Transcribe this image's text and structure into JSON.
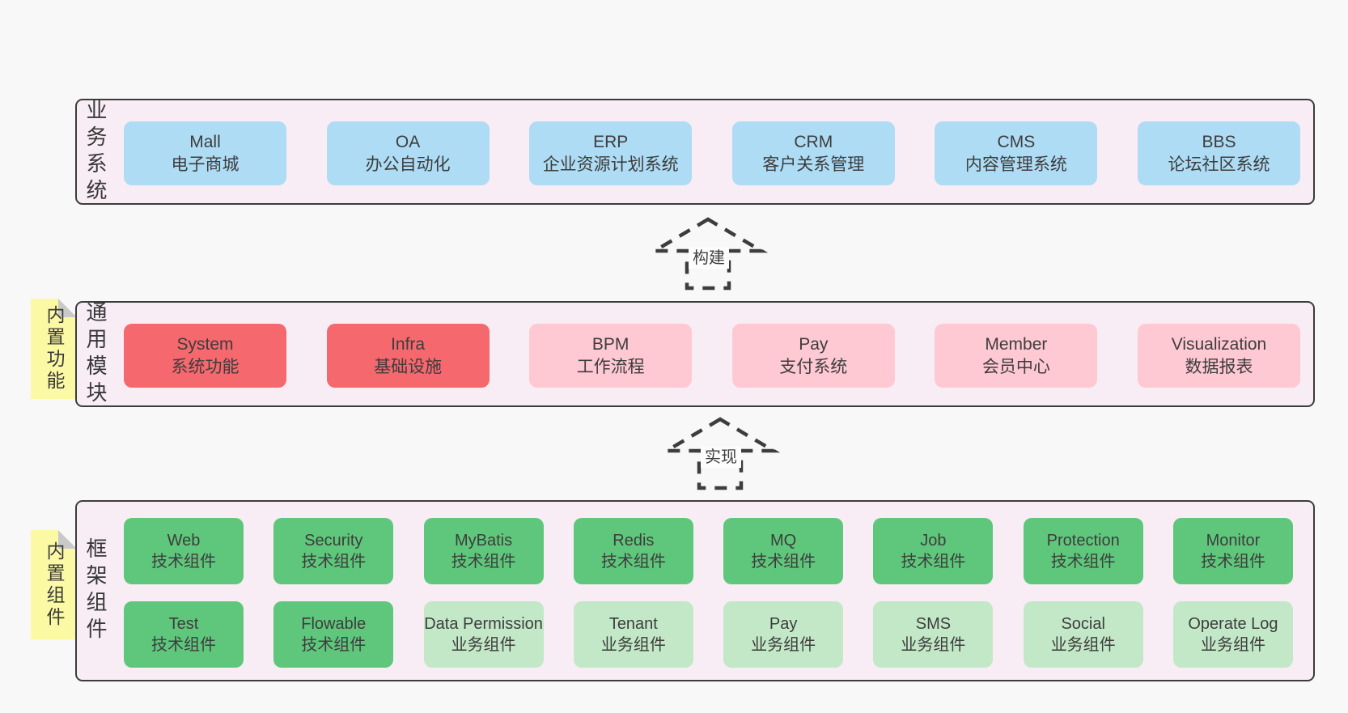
{
  "colors": {
    "page-bg": "#f8f8f8",
    "band-bg": "#f8edf5",
    "band-border": "#3c3c3c",
    "box-blue": "#aedcf4",
    "box-red": "#f5686e",
    "box-pink": "#ffc9d3",
    "box-green-dark": "#5fc77c",
    "box-green-light": "#c3e8c7",
    "sticky-yellow": "#fbf9a3",
    "sticky-fold": "#c9c9c9",
    "text": "#3d3d3d"
  },
  "bands": [
    {
      "label": "业务系统",
      "boxes": [
        {
          "name": "Mall",
          "desc": "电子商城"
        },
        {
          "name": "OA",
          "desc": "办公自动化"
        },
        {
          "name": "ERP",
          "desc": "企业资源计划系统"
        },
        {
          "name": "CRM",
          "desc": "客户关系管理"
        },
        {
          "name": "CMS",
          "desc": "内容管理系统"
        },
        {
          "name": "BBS",
          "desc": "论坛社区系统"
        }
      ]
    },
    {
      "label": "通用模块",
      "sticky": "内置功能",
      "boxes": [
        {
          "name": "System",
          "desc": "系统功能"
        },
        {
          "name": "Infra",
          "desc": "基础设施"
        },
        {
          "name": "BPM",
          "desc": "工作流程"
        },
        {
          "name": "Pay",
          "desc": "支付系统"
        },
        {
          "name": "Member",
          "desc": "会员中心"
        },
        {
          "name": "Visualization",
          "desc": "数据报表"
        }
      ]
    },
    {
      "label": "框架组件",
      "sticky": "内置组件",
      "rows": [
        {
          "boxes": [
            {
              "name": "Web",
              "desc": "技术组件"
            },
            {
              "name": "Security",
              "desc": "技术组件"
            },
            {
              "name": "MyBatis",
              "desc": "技术组件"
            },
            {
              "name": "Redis",
              "desc": "技术组件"
            },
            {
              "name": "MQ",
              "desc": "技术组件"
            },
            {
              "name": "Job",
              "desc": "技术组件"
            },
            {
              "name": "Protection",
              "desc": "技术组件"
            },
            {
              "name": "Monitor",
              "desc": "技术组件"
            }
          ]
        },
        {
          "boxes": [
            {
              "name": "Test",
              "desc": "技术组件"
            },
            {
              "name": "Flowable",
              "desc": "技术组件"
            },
            {
              "name": "Data Permission",
              "desc": "业务组件"
            },
            {
              "name": "Tenant",
              "desc": "业务组件"
            },
            {
              "name": "Pay",
              "desc": "业务组件"
            },
            {
              "name": "SMS",
              "desc": "业务组件"
            },
            {
              "name": "Social",
              "desc": "业务组件"
            },
            {
              "name": "Operate Log",
              "desc": "业务组件"
            }
          ]
        }
      ]
    }
  ],
  "arrows": [
    {
      "label": "构建"
    },
    {
      "label": "实现"
    }
  ]
}
